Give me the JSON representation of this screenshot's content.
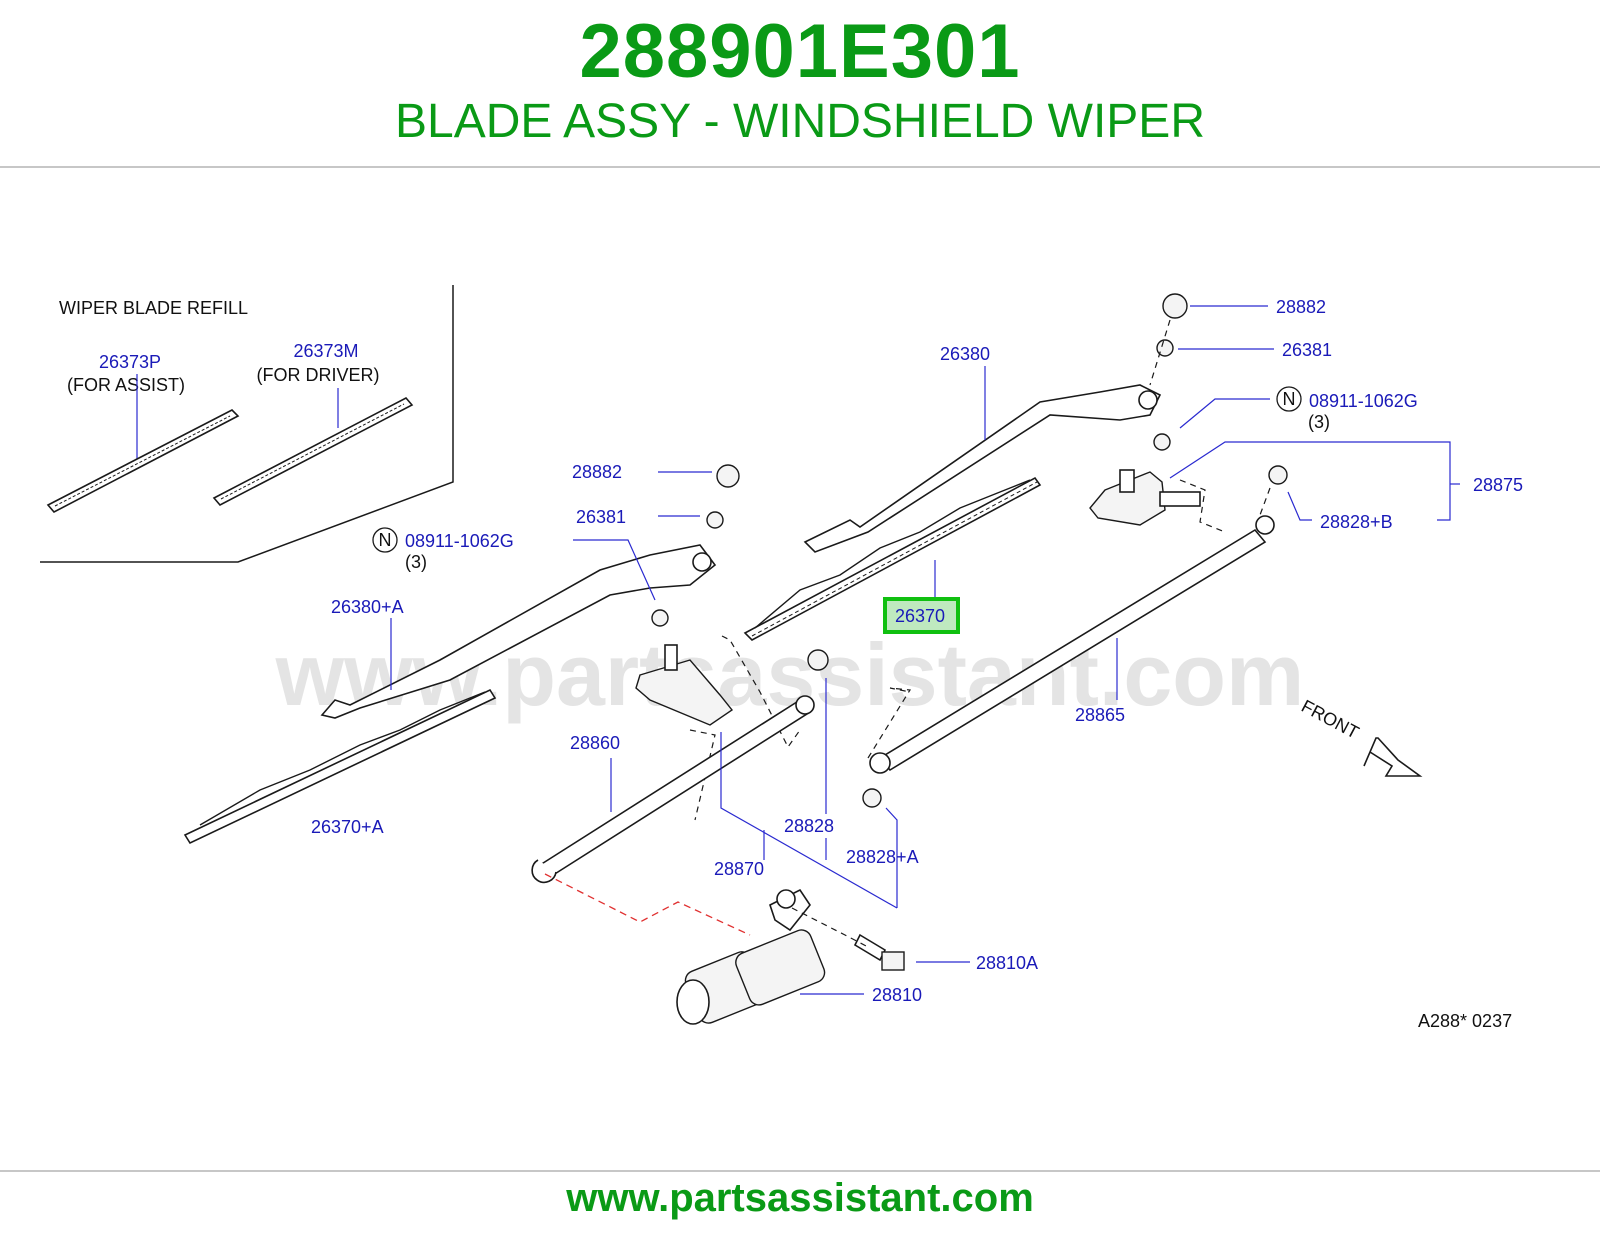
{
  "header": {
    "part_number": "288901E301",
    "description": "BLADE ASSY - WINDSHIELD WIPER"
  },
  "inset": {
    "title": "WIPER   BLADE   REFILL",
    "items": [
      {
        "code": "26373P",
        "note": "(FOR   ASSIST)"
      },
      {
        "code": "26373M",
        "note": "(FOR   DRIVER)"
      }
    ]
  },
  "callouts": {
    "c28882_right": "28882",
    "c26381_right": "26381",
    "c26380": "26380",
    "c08911_right": "08911-1062G",
    "c08911_right_qty": "(3)",
    "c28875": "28875",
    "c28828B": "28828+B",
    "c28882_left": "28882",
    "c26381_left": "26381",
    "c08911_left": "08911-1062G",
    "c08911_left_qty": "(3)",
    "c26370": "26370",
    "c26380A": "26380+A",
    "c28865": "28865",
    "c28860": "28860",
    "c28828": "28828",
    "c26370A": "26370+A",
    "c28870": "28870",
    "c28828A": "28828+A",
    "c28810A": "28810A",
    "c28810": "28810",
    "n_symbol": "N"
  },
  "front_label": "FRONT",
  "figure_code": "A288*   0237",
  "watermark": "www.partsassistant.com",
  "highlighted_part": "26370",
  "footer": {
    "url": "www.partsassistant.com"
  },
  "colors": {
    "brand_green": "#0a9a16",
    "callout_blue": "#1a1ab8",
    "highlight_green": "#10c010",
    "highlight_bg": "#bfe9bf",
    "connection_red": "#e03030"
  }
}
